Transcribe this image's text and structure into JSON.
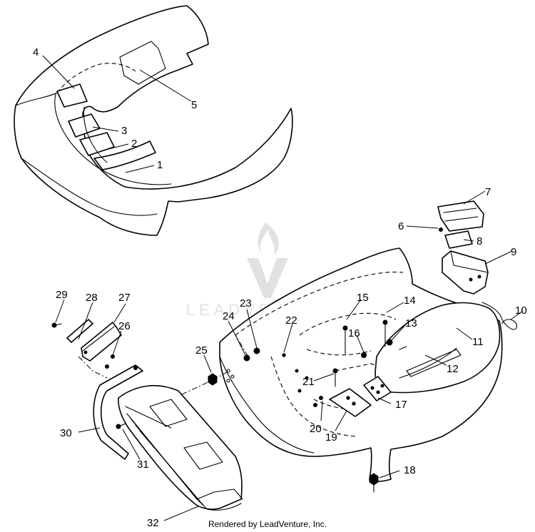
{
  "callouts": [
    {
      "label": "1"
    },
    {
      "label": "2"
    },
    {
      "label": "3"
    },
    {
      "label": "4"
    },
    {
      "label": "5"
    },
    {
      "label": "6"
    },
    {
      "label": "7"
    },
    {
      "label": "8"
    },
    {
      "label": "9"
    },
    {
      "label": "10"
    },
    {
      "label": "11"
    },
    {
      "label": "12"
    },
    {
      "label": "13"
    },
    {
      "label": "14"
    },
    {
      "label": "15"
    },
    {
      "label": "16"
    },
    {
      "label": "17"
    },
    {
      "label": "18"
    },
    {
      "label": "19"
    },
    {
      "label": "20"
    },
    {
      "label": "21"
    },
    {
      "label": "22"
    },
    {
      "label": "23"
    },
    {
      "label": "24"
    },
    {
      "label": "25"
    },
    {
      "label": "26"
    },
    {
      "label": "27"
    },
    {
      "label": "28"
    },
    {
      "label": "29"
    },
    {
      "label": "30"
    },
    {
      "label": "31"
    },
    {
      "label": "32"
    }
  ],
  "watermark": {
    "text": "LEADVENTURE"
  },
  "footer": {
    "text": "Rendered by LeadVenture, Inc."
  }
}
